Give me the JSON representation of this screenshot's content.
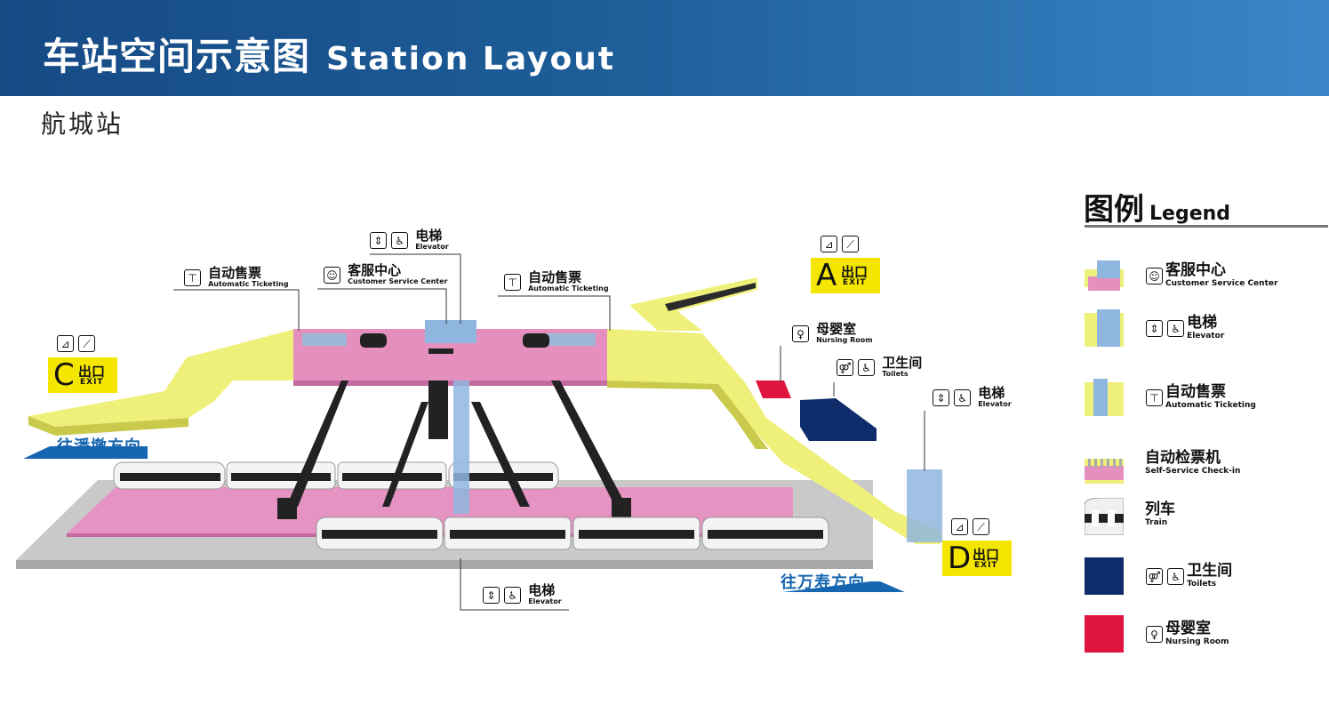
{
  "header": {
    "title_cn": "车站空间示意图",
    "title_en": "Station Layout"
  },
  "station": {
    "name": "航城站"
  },
  "labels": {
    "elevator_top": {
      "cn": "电梯",
      "en": "Elevator"
    },
    "ticketing_left": {
      "cn": "自动售票",
      "en": "Automatic Ticketing"
    },
    "service_center": {
      "cn": "客服中心",
      "en": "Customer Service Center"
    },
    "ticketing_right": {
      "cn": "自动售票",
      "en": "Automatic Ticketing"
    },
    "nursing": {
      "cn": "母婴室",
      "en": "Nursing Room"
    },
    "toilets": {
      "cn": "卫生间",
      "en": "Toilets"
    },
    "elevator_right": {
      "cn": "电梯",
      "en": "Elevator"
    },
    "elevator_bottom": {
      "cn": "电梯",
      "en": "Elevator"
    }
  },
  "exits": {
    "A": {
      "letter": "A",
      "cn": "出口",
      "en": "EXIT"
    },
    "C": {
      "letter": "C",
      "cn": "出口",
      "en": "EXIT"
    },
    "D": {
      "letter": "D",
      "cn": "出口",
      "en": "EXIT"
    }
  },
  "directions": {
    "left": "往潘墩方向",
    "right": "往万寿方向"
  },
  "legend": {
    "title_cn": "图例",
    "title_en": "Legend",
    "items": [
      {
        "cn": "客服中心",
        "en": "Customer Service Center",
        "icon": "customer-service-icon"
      },
      {
        "cn": "电梯",
        "en": "Elevator",
        "icon": "elevator-icon"
      },
      {
        "cn": "自动售票",
        "en": "Automatic Ticketing",
        "icon": "ticketing-icon"
      },
      {
        "cn": "自动检票机",
        "en": "Self-Service Check-in",
        "icon": "gate-icon"
      },
      {
        "cn": "列车",
        "en": "Train",
        "icon": "train-icon"
      },
      {
        "cn": "卫生间",
        "en": "Toilets",
        "icon": "toilet-icon"
      },
      {
        "cn": "母婴室",
        "en": "Nursing Room",
        "icon": "nursing-icon"
      }
    ]
  },
  "colors": {
    "concourse": "#eef07a",
    "paid_area": "#e58fbf",
    "platform": "#d0d0d0",
    "toilet": "#0f2d6b",
    "nursing": "#e0153d",
    "elevator": "#8fb6de",
    "header": "#1a5190"
  }
}
